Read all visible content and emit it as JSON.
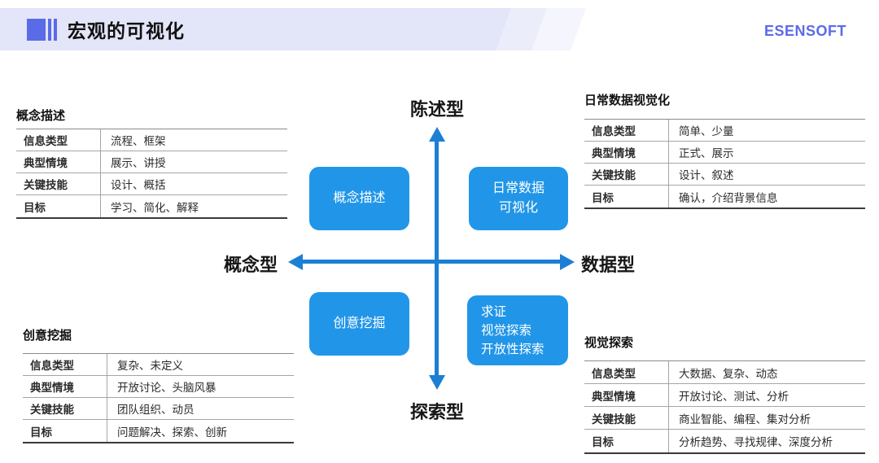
{
  "header": {
    "title": "宏观的可视化",
    "logo": "ESENSOFT"
  },
  "colors": {
    "header_band": "#e3e5f8",
    "brand_blue": "#5a6be8",
    "box_blue": "#2196e8",
    "arrow_blue": "#1c7fd4"
  },
  "axes": {
    "top": "陈述型",
    "bottom": "探索型",
    "left": "概念型",
    "right": "数据型"
  },
  "quadrant_boxes": [
    {
      "id": "concept-description",
      "lines": [
        "概念描述"
      ]
    },
    {
      "id": "daily-data-visualization",
      "lines": [
        "日常数据",
        "可视化"
      ]
    },
    {
      "id": "creative-mining",
      "lines": [
        "创意挖掘"
      ]
    },
    {
      "id": "visual-exploration",
      "lines": [
        "求证",
        "视觉探索",
        "开放性探索"
      ]
    }
  ],
  "tables": [
    {
      "title": "概念描述",
      "rows": [
        [
          "信息类型",
          "流程、框架"
        ],
        [
          "典型情境",
          "展示、讲授"
        ],
        [
          "关键技能",
          "设计、概括"
        ],
        [
          "目标",
          "学习、简化、解释"
        ]
      ]
    },
    {
      "title": "日常数据视觉化",
      "rows": [
        [
          "信息类型",
          "简单、少量"
        ],
        [
          "典型情境",
          "正式、展示"
        ],
        [
          "关键技能",
          "设计、叙述"
        ],
        [
          "目标",
          "确认，介绍背景信息"
        ]
      ]
    },
    {
      "title": "创意挖掘",
      "rows": [
        [
          "信息类型",
          "复杂、未定义"
        ],
        [
          "典型情境",
          "开放讨论、头脑风暴"
        ],
        [
          "关键技能",
          "团队组织、动员"
        ],
        [
          "目标",
          "问题解决、探索、创新"
        ]
      ]
    },
    {
      "title": "视觉探索",
      "rows": [
        [
          "信息类型",
          "大数据、复杂、动态"
        ],
        [
          "典型情境",
          "开放讨论、测试、分析"
        ],
        [
          "关键技能",
          "商业智能、编程、集对分析"
        ],
        [
          "目标",
          "分析趋势、寻找规律、深度分析"
        ]
      ]
    }
  ]
}
